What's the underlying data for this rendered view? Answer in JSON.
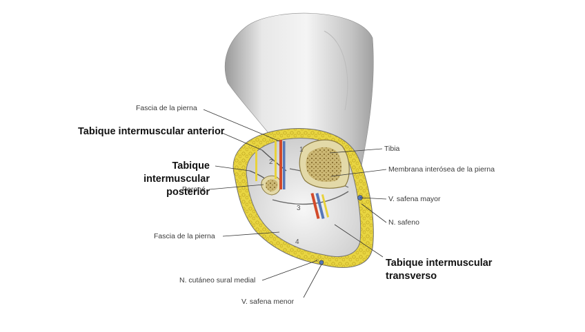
{
  "labels": {
    "fascia_top": "Fascia de la pierna",
    "tibia": "Tibia",
    "membrana": "Membrana interósea de la pierna",
    "perone": "Peroné",
    "safena_mayor": "V. safena mayor",
    "n_safeno": "N. safeno",
    "fascia_bottom": "Fascia de la pierna",
    "n_cutaneo": "N. cutáneo sural medial",
    "safena_menor": "V. safena menor"
  },
  "callouts": {
    "anterior": "Tabique intermuscular anterior",
    "posterior_line1": "Tabique intermuscular",
    "posterior_line2": "posterior",
    "transverso_line1": "Tabique intermuscular",
    "transverso_line2": "transverso"
  },
  "compartments": [
    "1",
    "2",
    "3",
    "4"
  ],
  "colors": {
    "fat": "#e8d542",
    "bone": "#e3d9a8",
    "marrow": "#a88a3a",
    "artery": "#d24a2a",
    "vein": "#5577b8",
    "nerve": "#e8d23a",
    "skin": "#d8d8d8"
  }
}
